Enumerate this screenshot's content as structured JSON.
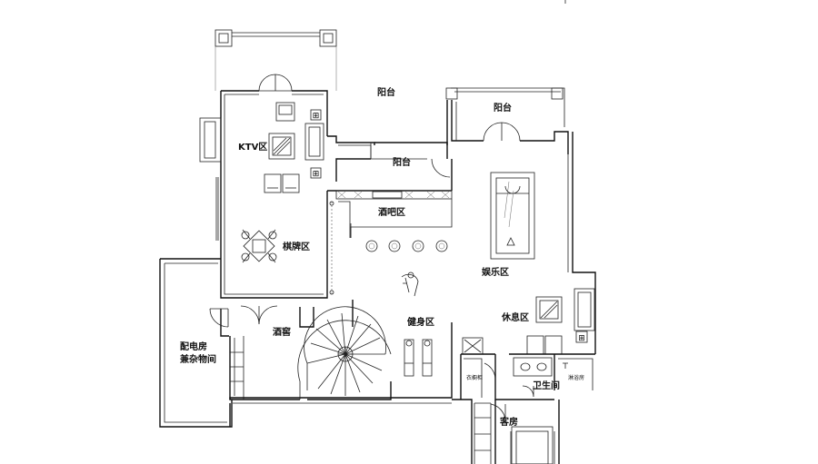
{
  "labels": {
    "balcony_top": "阳台",
    "balcony_right": "阳台",
    "balcony_mid": "阳台",
    "ktv": "KTV区",
    "bar": "酒吧区",
    "chess": "棋牌区",
    "entertainment": "娱乐区",
    "fitness": "健身区",
    "lounge": "休息区",
    "wine_cellar": "酒窖",
    "power_room_1": "配电房",
    "power_room_2": "兼杂物间",
    "bathroom": "卫生间",
    "guest_room": "客房",
    "wardrobe": "衣橱柜",
    "shower": "淋浴房"
  }
}
